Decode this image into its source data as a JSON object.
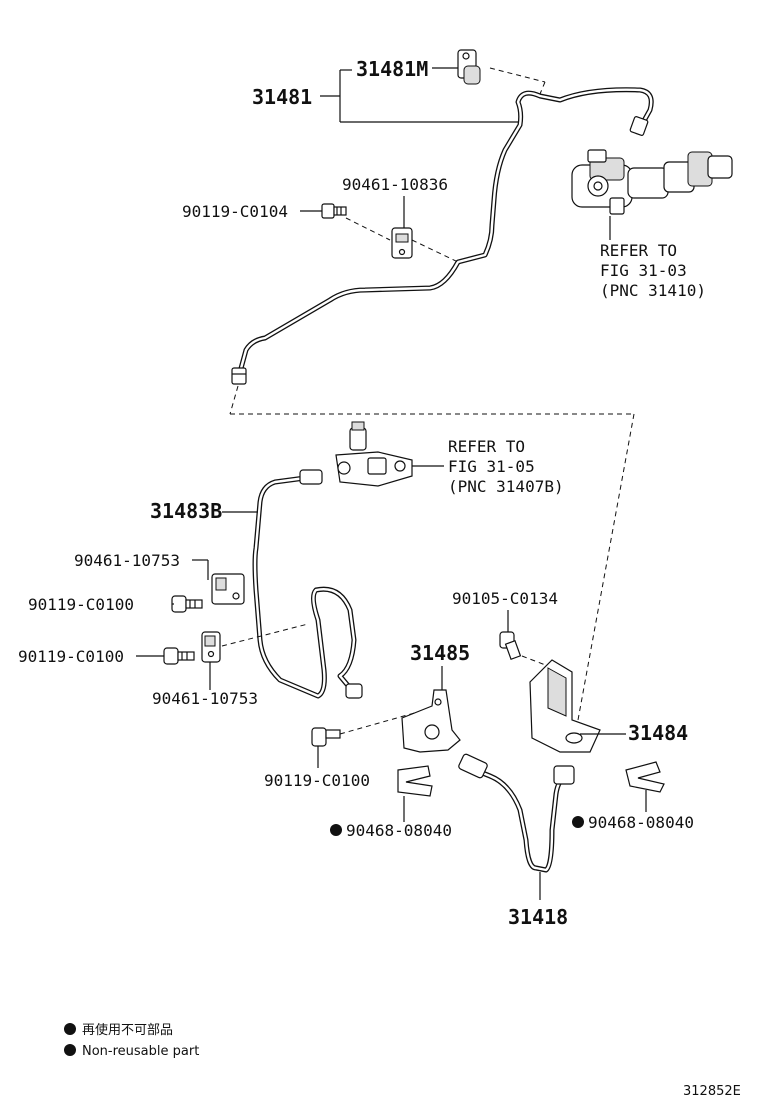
{
  "labels": {
    "p31481": "31481",
    "p31481M": "31481M",
    "p90461_10836": "90461-10836",
    "p90119_C0104": "90119-C0104",
    "refer1": [
      "REFER TO",
      "FIG 31-03",
      "(PNC 31410)"
    ],
    "refer2": [
      "REFER TO",
      "FIG 31-05",
      "(PNC 31407B)"
    ],
    "p31483B": "31483B",
    "p90461_10753_a": "90461-10753",
    "p90119_C0100_a": "90119-C0100",
    "p90119_C0100_b": "90119-C0100",
    "p90461_10753_b": "90461-10753",
    "p90105_C0134": "90105-C0134",
    "p31485": "31485",
    "p31484": "31484",
    "p90119_C0100_c": "90119-C0100",
    "p90468_08040_a": "90468-08040",
    "p90468_08040_b": "90468-08040",
    "p31418": "31418"
  },
  "legend": {
    "jp": "再使用不可部品",
    "en": "Non-reusable part"
  },
  "figure_code": "312852E"
}
